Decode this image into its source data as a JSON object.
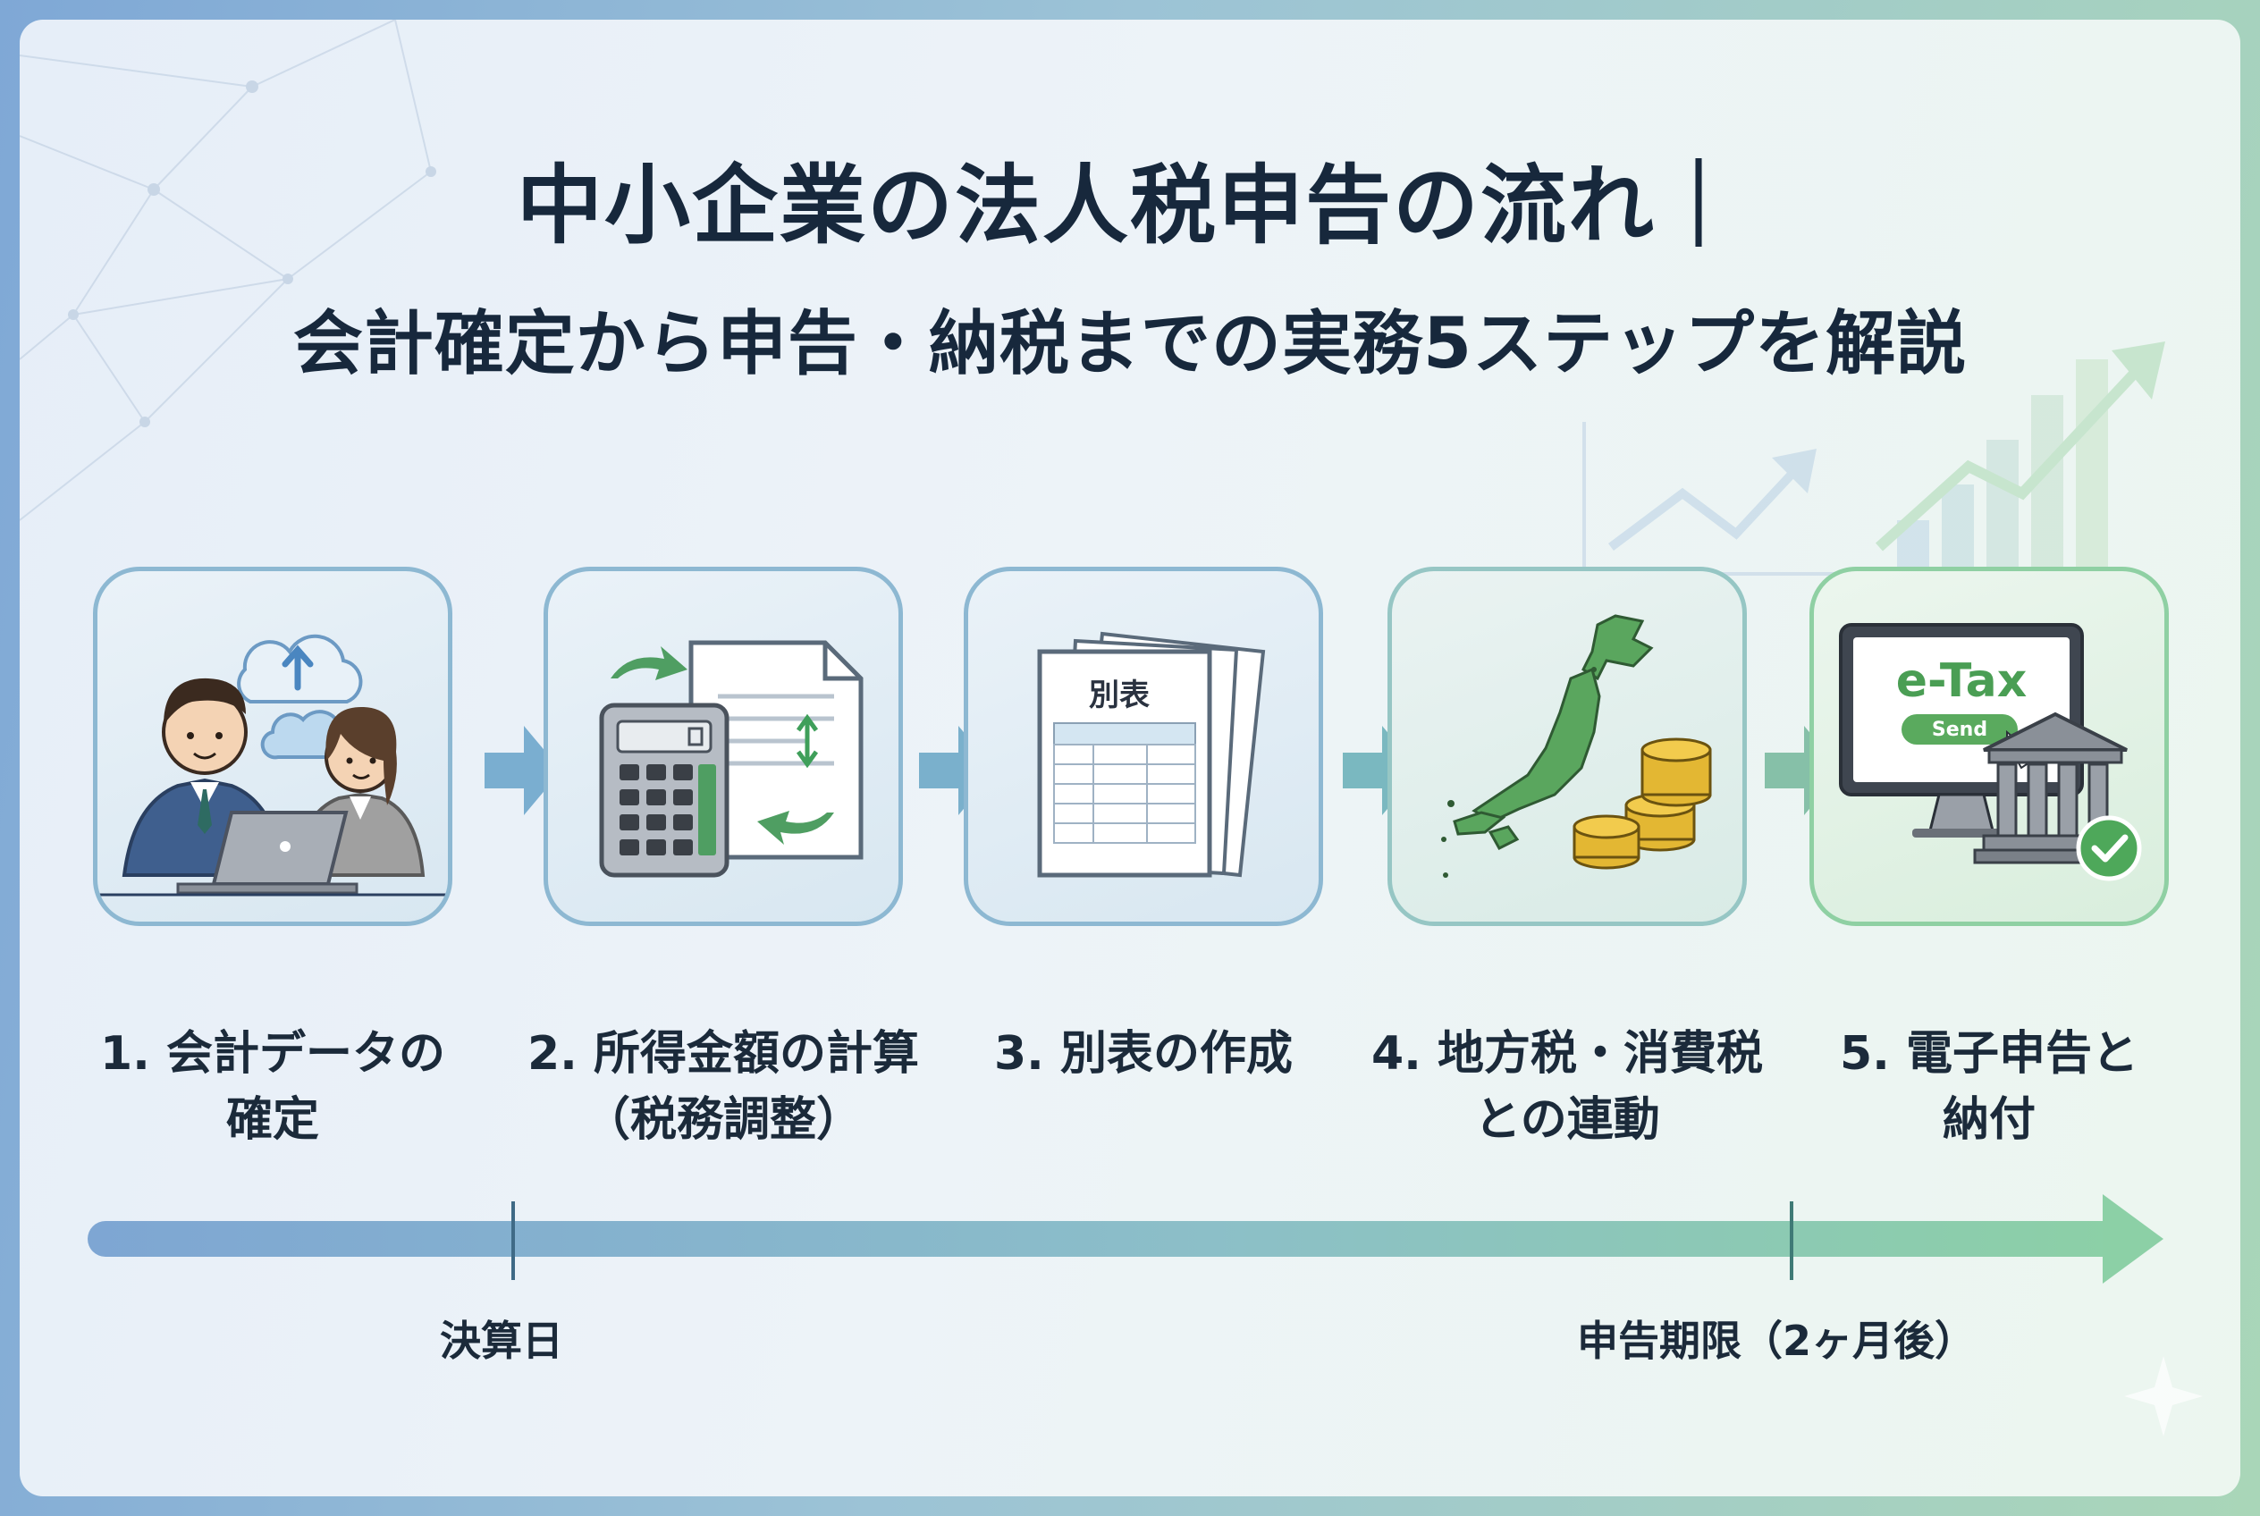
{
  "title": "中小企業の法人税申告の流れ｜",
  "subtitle": "会計確定から申告・納税までの実務5ステップを解説",
  "steps": [
    {
      "label_line1": "1. 会計データの",
      "label_line2": "確定",
      "icon": "business-people-laptop-cloud-icon"
    },
    {
      "label_line1": "2. 所得金額の計算",
      "label_line2": "（税務調整）",
      "icon": "calculator-documents-icon"
    },
    {
      "label_line1": "3. 別表の作成",
      "label_line2": "",
      "icon": "tax-form-documents-icon",
      "doc_title": "別表"
    },
    {
      "label_line1": "4. 地方税・消費税",
      "label_line2": "との連動",
      "icon": "japan-map-coins-icon"
    },
    {
      "label_line1": "5. 電子申告と",
      "label_line2": "納付",
      "icon": "etax-monitor-bank-icon",
      "screen_title": "e-Tax",
      "screen_button": "Send"
    }
  ],
  "timeline": {
    "start_label": "決算日",
    "deadline_label": "申告期限（2ヶ月後）"
  },
  "colors": {
    "title": "#17283c",
    "timeline_start": "#7ea6d3",
    "timeline_end": "#8cd0a6",
    "card_border_blue": "#8db8d2",
    "card_border_green": "#8fd0a3",
    "accent_green": "#5aaa5e"
  }
}
